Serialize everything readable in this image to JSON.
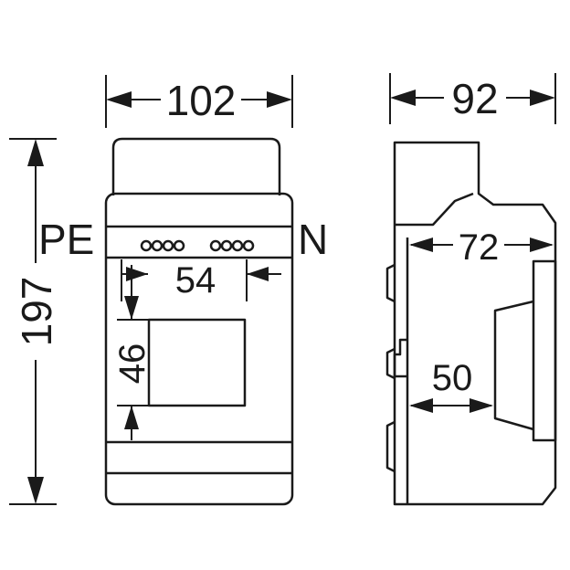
{
  "dimensions": {
    "front_width": "102",
    "height": "197",
    "side_depth": "92",
    "din_rail_width": "54",
    "din_rail_height": "46",
    "inner_depth": "72",
    "rail_depth": "50"
  },
  "terminals": {
    "pe": "PE",
    "n": "N"
  }
}
